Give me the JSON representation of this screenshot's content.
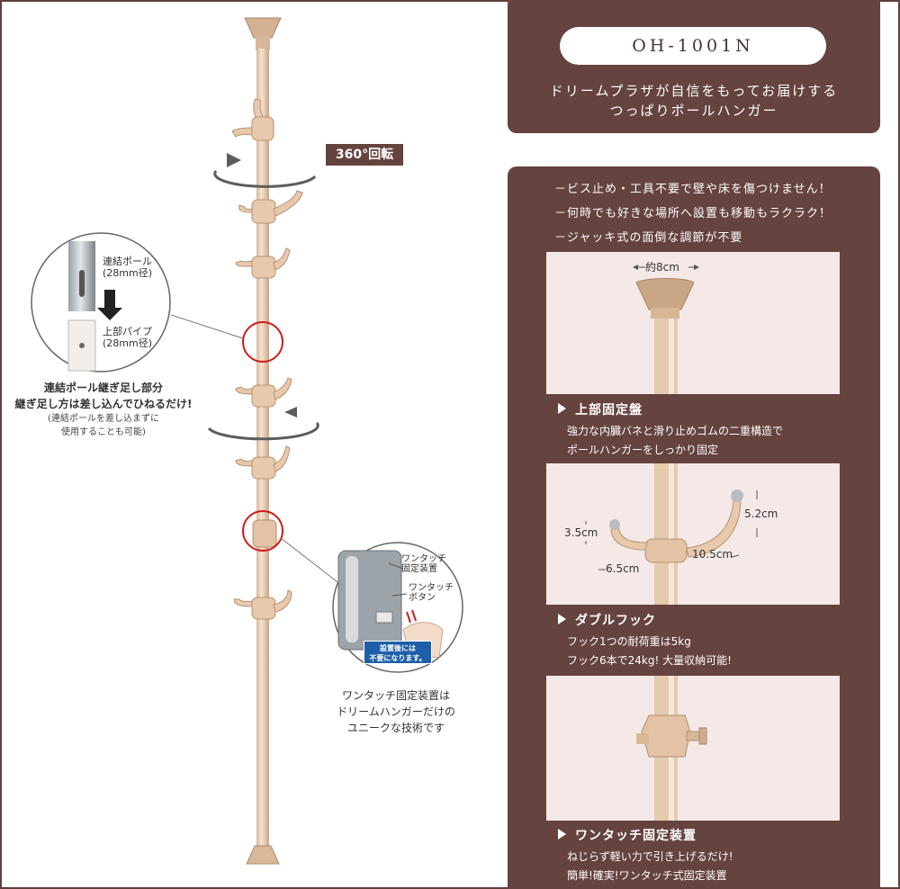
{
  "header": {
    "model": "OH-1001N",
    "tagline_line1": "ドリームプラザが自信をもってお届けする",
    "tagline_line2": "つっぱりポールハンガー"
  },
  "features": [
    "－ビス止め・工具不要で壁や床を傷つけません！",
    "－何時でも好きな場所へ設置も移動もラクラク！",
    "－ジャッキ式の面倒な調節が不要"
  ],
  "sections": [
    {
      "title": "上部固定盤",
      "desc_line1": "強力な内臓バネと滑り止めゴムの二重構造で",
      "desc_line2": "ポールハンガーをしっかり固定"
    },
    {
      "title": "ダブルフック",
      "desc_line1": "フック1つの耐荷重は5kg",
      "desc_line2": "フック6本で24kg! 大量収納可能!"
    },
    {
      "title": "ワンタッチ固定装置",
      "desc_line1": "ねじらず軽い力で引き上げるだけ!",
      "desc_line2": "簡単!確実!ワンタッチ式固定装置"
    }
  ],
  "dimensions": {
    "top_width": "約8cm",
    "hook_left_height": "3.5cm",
    "hook_right_height": "5.2cm",
    "hook_left_length": "6.5cm",
    "hook_right_length": "10.5cm"
  },
  "rotation_badge": "360°回転",
  "joint_callout": {
    "pole_label_line1": "連結ポール",
    "pole_label_line2": "(28mm径)",
    "pipe_label_line1": "上部パイプ",
    "pipe_label_line2": "(28mm径)",
    "caption_line1": "連結ポール継ぎ足し部分",
    "caption_line2": "継ぎ足し方は差し込んでひねるだけ!",
    "note_line1": "(連結ポールを差し込まずに",
    "note_line2": "使用することも可能)"
  },
  "lock_callout": {
    "device_label_line1": "ワンタッチ",
    "device_label_line2": "固定装置",
    "button_label_line1": "ワンタッチ",
    "button_label_line2": "ボタン",
    "badge_line1": "設置後には",
    "badge_line2": "不要になります。",
    "caption_line1": "ワンタッチ固定装置は",
    "caption_line2": "ドリームハンガーだけの",
    "caption_line3": "ユニークな技術です"
  },
  "colors": {
    "panel": "#65433f",
    "pole": "#ecd2bb",
    "highlight": "#cc1f1f",
    "accent_blue": "#1f5fa8"
  }
}
